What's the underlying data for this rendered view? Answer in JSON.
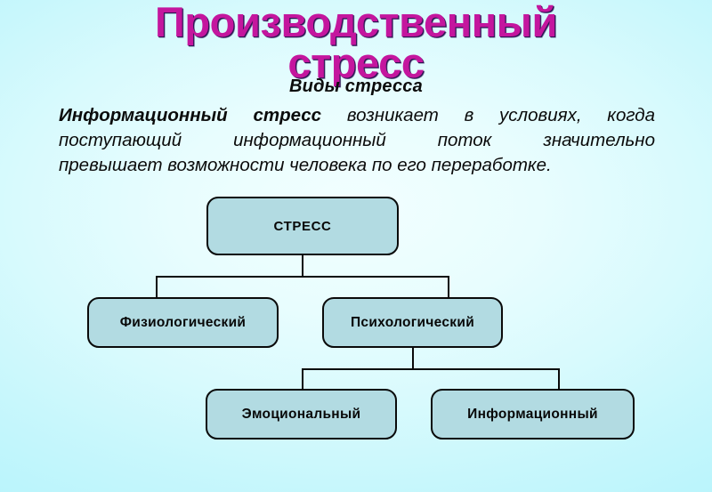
{
  "slide": {
    "title_lines": [
      "Производственный",
      "стресс"
    ],
    "subtitle": "Виды стресса",
    "paragraph": {
      "lead": "Информационный стресс",
      "line1_rest": " возникает в условиях, когда",
      "line2": "поступающий информационный поток значительно",
      "line3": "превышает возможности человека по его переработке.",
      "full": "Информационный стресс возникает в условиях, когда поступающий информационный поток значительно превышает возможности человека по его переработке."
    },
    "colors": {
      "title": "#c4169e",
      "title_shadow": "#2b1452",
      "background_center": "#f2ffff",
      "background_edge": "#b6f4fc",
      "node_fill": "#b2dbe2",
      "node_border": "#0a0a0a",
      "text": "#080808"
    }
  },
  "diagram": {
    "type": "tree",
    "nodes": [
      {
        "id": "stress",
        "label": "СТРЕСС",
        "level": 0,
        "parent": null
      },
      {
        "id": "physiological",
        "label": "Физиологический",
        "level": 1,
        "parent": "stress"
      },
      {
        "id": "psychological",
        "label": "Психологический",
        "level": 1,
        "parent": "stress"
      },
      {
        "id": "emotional",
        "label": "Эмоциональный",
        "level": 2,
        "parent": "psychological"
      },
      {
        "id": "informational",
        "label": "Информационный",
        "level": 2,
        "parent": "psychological"
      }
    ]
  }
}
